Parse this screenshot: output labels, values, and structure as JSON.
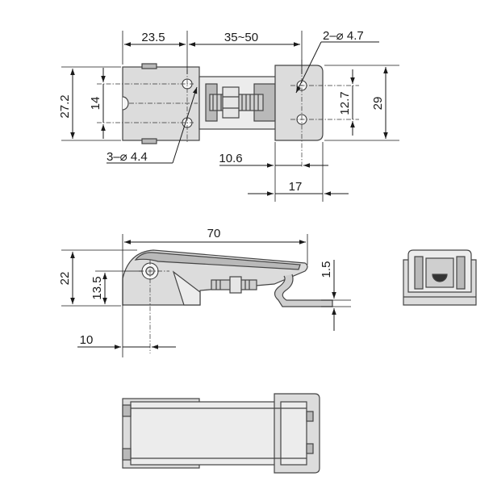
{
  "labels": {
    "width_base": "23.5",
    "adjust_range": "35~50",
    "catch_holes": "2–⌀ 4.7",
    "height_base": "27.2",
    "hole_pitch_base": "14",
    "hole_pitch_catch": "12.7",
    "height_catch": "29",
    "base_holes": "3–⌀ 4.4",
    "catch_offset": "10.6",
    "catch_width": "17",
    "length": "70",
    "lift": "1.5",
    "height_side": "22",
    "pivot_height": "13.5",
    "pivot_offset": "10"
  },
  "colors": {
    "metal": "#dcdcdc",
    "metal_dark": "#b9b9b9",
    "line": "#1a1a1a"
  }
}
